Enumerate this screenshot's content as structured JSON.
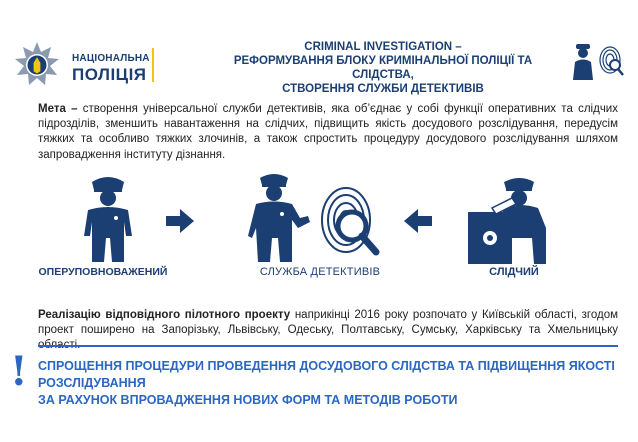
{
  "logo": {
    "line1": "НАЦІОНАЛЬНА",
    "line2": "ПОЛІЦІЯ",
    "accent_color": "#f1c40f",
    "brand_color": "#1b3f73"
  },
  "header": {
    "line1": "CRIMINAL INVESTIGATION –",
    "line2": "РЕФОРМУВАННЯ БЛОКУ КРИМІНАЛЬНОЇ ПОЛІЦІЇ ТА СЛІДСТВА,",
    "line3": "СТВОРЕННЯ СЛУЖБИ ДЕТЕКТИВІВ"
  },
  "goal": {
    "lead": "Мета –",
    "text": " створення універсальної служби детективів, яка об’єднає у собі функції оперативних та слідчих підрозділів, зменшить навантаження на слідчих, підвищить якість досудового розслідування, передусім тяжких та особливо тяжких злочинів, а також спростить процедуру досудового розслідування шляхом запровадження інституту дізнання."
  },
  "figures": {
    "operative": "ОПЕРУПОВНОВАЖЕНИЙ",
    "service": "СЛУЖБА ДЕТЕКТИВІВ",
    "investigator": "СЛІДЧИЙ"
  },
  "pilot": {
    "lead": "Реалізацію відповідного пілотного проекту",
    "text": " наприкінці 2016 року розпочато у Київській області, згодом проект поширено на Запорізьку, Львівську, Одеську, Полтавську, Сумську, Харківську та Хмельницьку області."
  },
  "bottom": {
    "mark": "!",
    "line1": "СПРОЩЕННЯ ПРОЦЕДУРИ ПРОВЕДЕННЯ ДОСУДОВОГО СЛІДСТВА ТА ПІДВИЩЕННЯ ЯКОСТІ РОЗСЛІДУВАННЯ",
    "line2": "ЗА РАХУНОК ВПРОВАДЖЕННЯ НОВИХ ФОРМ ТА МЕТОДІВ РОБОТИ"
  },
  "colors": {
    "figure": "#1b3f73",
    "highlight": "#2a66c2"
  },
  "icons": [
    "police-badge-icon",
    "detective-icon",
    "fingerprint-icon",
    "officer-icon",
    "arrow-right-icon",
    "arrow-left-icon",
    "magnifier-icon",
    "investigator-desk-icon"
  ]
}
